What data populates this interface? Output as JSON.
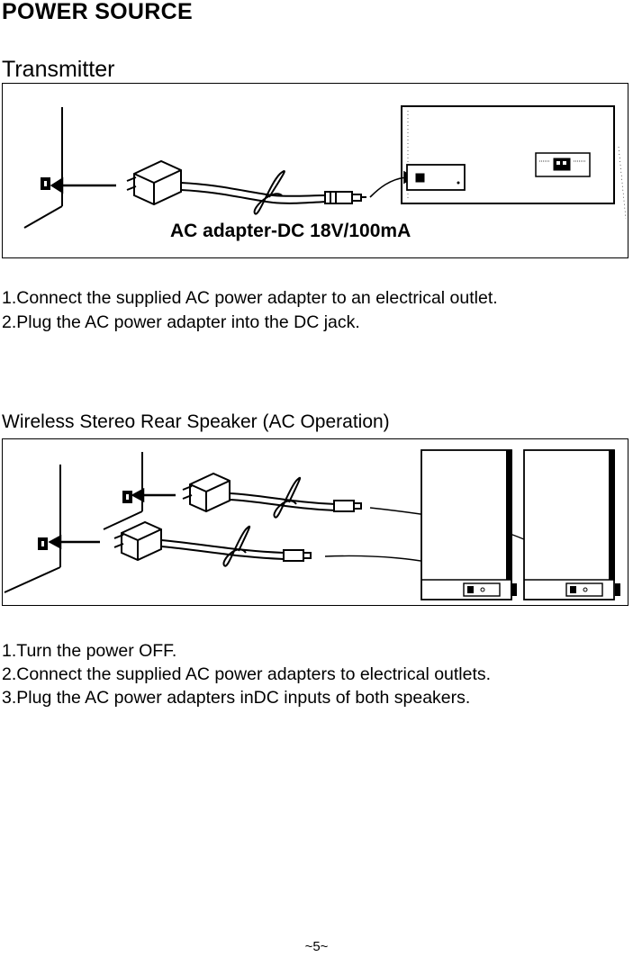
{
  "page": {
    "title": "POWER SOURCE",
    "page_number": "~5~"
  },
  "transmitter": {
    "heading": "Transmitter",
    "caption": "AC adapter-DC 18V/100mA",
    "steps": [
      "1.Connect the supplied AC power adapter to an electrical outlet.",
      "2.Plug the AC power adapter into the DC jack."
    ]
  },
  "rear_speaker": {
    "heading": "Wireless Stereo Rear Speaker (AC Operation)",
    "steps": [
      "1.Turn the power OFF.",
      "2.Connect the supplied AC power adapters to electrical outlets.",
      "3.Plug the AC power adapters inDC inputs of both speakers."
    ]
  }
}
